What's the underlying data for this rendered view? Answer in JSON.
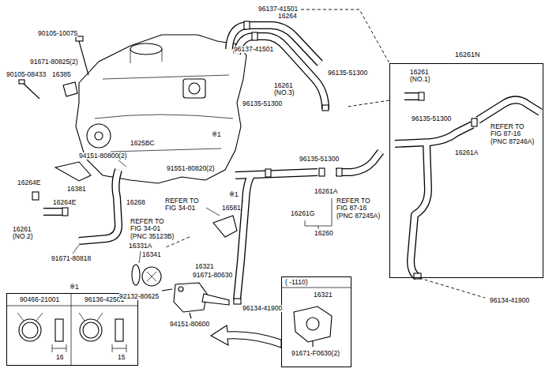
{
  "diagram": {
    "nodes": [
      {
        "text": [
          "16261N",
          "16261 (NO.1)",
          "96135-51300",
          "REFER TO FIG 87-16 (PNC 87246A)",
          "16261A"
        ]
      },
      {
        "text": [
          "※1",
          "90466-21001",
          "96136-42501",
          "16",
          "15"
        ]
      },
      {
        "text": [
          "( -1110)",
          "16321",
          "91671-F0630(2)"
        ]
      }
    ],
    "labels": [
      "96137-41501",
      "16264",
      "96137-41501",
      "90105-10075",
      "91671-80825(2)",
      "90105-08433",
      "16385",
      "16261 (NO.3)",
      "96135-51300",
      "96135-51300",
      "1625BC",
      "※1",
      "94151-80800(2)",
      "91551-80820(2)",
      "16264E",
      "16381",
      "16264E",
      "16268",
      "96135-51300",
      "※1",
      "16261A",
      "16261G",
      "16260",
      "16261 (NO.2)",
      "REFER TO FIG 34-01",
      "REFER TO FIG 34-01 (PNC 35123B)",
      "16581",
      "REFER TO FIG 87-16 (PNC 87245A)",
      "91671-80818",
      "16331A",
      "16341",
      "16321",
      "91671-80630",
      "92132-80625",
      "94151-80600",
      "96134-41900",
      "96134-41900"
    ]
  }
}
